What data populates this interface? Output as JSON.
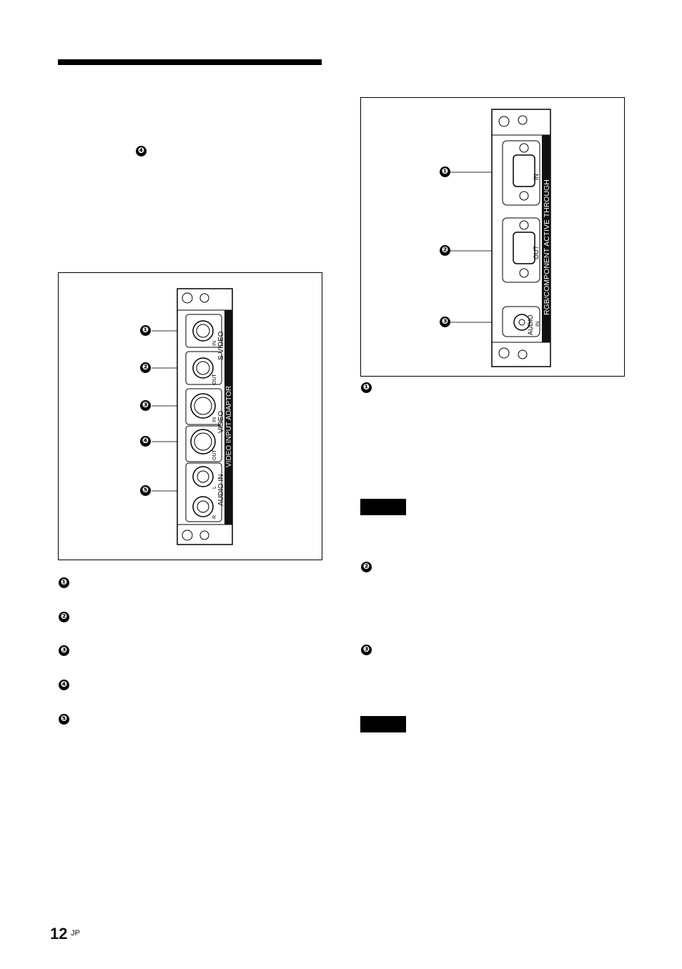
{
  "markers": [
    "❶",
    "❷",
    "❸",
    "❹",
    "❺"
  ],
  "left_panel": {
    "vertical_label": "VIDEO INPUT ADAPTOR",
    "s_video_label": "S VIDEO",
    "video_label": "VIDEO",
    "audio_label": "AUDIO IN",
    "in_small": "IN",
    "out_small": "OUT",
    "l_small": "L",
    "r_small": "R"
  },
  "right_panel": {
    "vertical_label": "RGB/COMPONENT ACTIVE THROUGH",
    "in_label": "IN",
    "out_label": "OUT",
    "audio_label": "AUDIO",
    "audio_in_small": "IN"
  },
  "footer": {
    "page_number": "12",
    "suffix": "JP"
  }
}
